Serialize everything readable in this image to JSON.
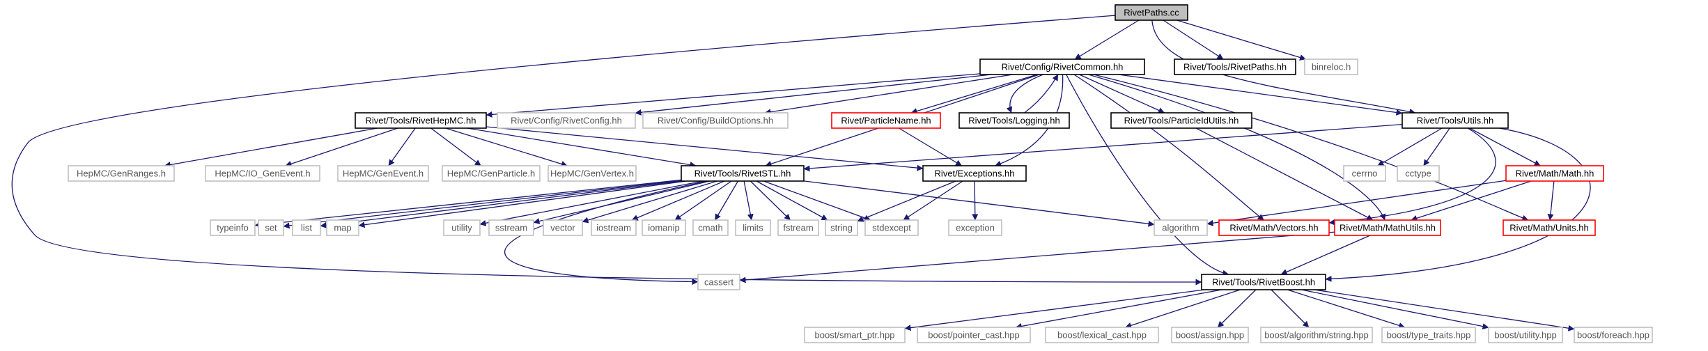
{
  "graph": {
    "colors": {
      "edge": "#191970",
      "root_fill": "#bfbfbf",
      "root_border": "#000000",
      "documented_border": "#000000",
      "highlighted_border": "#ff0000",
      "external_border": "#bfbfbf",
      "external_text": "#555555"
    },
    "nodes": [
      {
        "id": "rivetpaths_cc",
        "label": "RivetPaths.cc",
        "kind": "root"
      },
      {
        "id": "rivetcommon",
        "label": "Rivet/Config/RivetCommon.hh",
        "kind": "documented"
      },
      {
        "id": "tools_rivetpaths",
        "label": "Rivet/Tools/RivetPaths.hh",
        "kind": "documented"
      },
      {
        "id": "binreloc",
        "label": "binreloc.h",
        "kind": "external"
      },
      {
        "id": "rivethepmc",
        "label": "Rivet/Tools/RivetHepMC.hh",
        "kind": "documented"
      },
      {
        "id": "rivetconfig",
        "label": "Rivet/Config/RivetConfig.hh",
        "kind": "external"
      },
      {
        "id": "buildoptions",
        "label": "Rivet/Config/BuildOptions.hh",
        "kind": "external"
      },
      {
        "id": "particlename",
        "label": "Rivet/ParticleName.hh",
        "kind": "highlighted"
      },
      {
        "id": "logging",
        "label": "Rivet/Tools/Logging.hh",
        "kind": "documented"
      },
      {
        "id": "particleidutils",
        "label": "Rivet/Tools/ParticleIdUtils.hh",
        "kind": "documented"
      },
      {
        "id": "utils",
        "label": "Rivet/Tools/Utils.hh",
        "kind": "documented"
      },
      {
        "id": "genranges",
        "label": "HepMC/GenRanges.h",
        "kind": "external"
      },
      {
        "id": "io_genevent",
        "label": "HepMC/IO_GenEvent.h",
        "kind": "external"
      },
      {
        "id": "genevent",
        "label": "HepMC/GenEvent.h",
        "kind": "external"
      },
      {
        "id": "genparticle",
        "label": "HepMC/GenParticle.h",
        "kind": "external"
      },
      {
        "id": "genvertex",
        "label": "HepMC/GenVertex.h",
        "kind": "external"
      },
      {
        "id": "rivetstl",
        "label": "Rivet/Tools/RivetSTL.hh",
        "kind": "documented"
      },
      {
        "id": "exceptions",
        "label": "Rivet/Exceptions.hh",
        "kind": "documented"
      },
      {
        "id": "cerrno",
        "label": "cerrno",
        "kind": "external"
      },
      {
        "id": "cctype",
        "label": "cctype",
        "kind": "external"
      },
      {
        "id": "math",
        "label": "Rivet/Math/Math.hh",
        "kind": "highlighted"
      },
      {
        "id": "typeinfo",
        "label": "typeinfo",
        "kind": "external"
      },
      {
        "id": "set",
        "label": "set",
        "kind": "external"
      },
      {
        "id": "list",
        "label": "list",
        "kind": "external"
      },
      {
        "id": "map",
        "label": "map",
        "kind": "external"
      },
      {
        "id": "utility",
        "label": "utility",
        "kind": "external"
      },
      {
        "id": "sstream",
        "label": "sstream",
        "kind": "external"
      },
      {
        "id": "vector",
        "label": "vector",
        "kind": "external"
      },
      {
        "id": "iostream",
        "label": "iostream",
        "kind": "external"
      },
      {
        "id": "iomanip",
        "label": "iomanip",
        "kind": "external"
      },
      {
        "id": "cmath",
        "label": "cmath",
        "kind": "external"
      },
      {
        "id": "limits",
        "label": "limits",
        "kind": "external"
      },
      {
        "id": "fstream",
        "label": "fstream",
        "kind": "external"
      },
      {
        "id": "string",
        "label": "string",
        "kind": "external"
      },
      {
        "id": "stdexcept",
        "label": "stdexcept",
        "kind": "external"
      },
      {
        "id": "exception",
        "label": "exception",
        "kind": "external"
      },
      {
        "id": "algorithm",
        "label": "algorithm",
        "kind": "external"
      },
      {
        "id": "vectors",
        "label": "Rivet/Math/Vectors.hh",
        "kind": "highlighted"
      },
      {
        "id": "mathutils",
        "label": "Rivet/Math/MathUtils.hh",
        "kind": "highlighted"
      },
      {
        "id": "units",
        "label": "Rivet/Math/Units.hh",
        "kind": "highlighted"
      },
      {
        "id": "cassert",
        "label": "cassert",
        "kind": "external"
      },
      {
        "id": "rivetboost",
        "label": "Rivet/Tools/RivetBoost.hh",
        "kind": "documented"
      },
      {
        "id": "smart_ptr",
        "label": "boost/smart_ptr.hpp",
        "kind": "external"
      },
      {
        "id": "pointer_cast",
        "label": "boost/pointer_cast.hpp",
        "kind": "external"
      },
      {
        "id": "lexical_cast",
        "label": "boost/lexical_cast.hpp",
        "kind": "external"
      },
      {
        "id": "assign",
        "label": "boost/assign.hpp",
        "kind": "external"
      },
      {
        "id": "algo_string",
        "label": "boost/algorithm/string.hpp",
        "kind": "external"
      },
      {
        "id": "type_traits",
        "label": "boost/type_traits.hpp",
        "kind": "external"
      },
      {
        "id": "boost_utility",
        "label": "boost/utility.hpp",
        "kind": "external"
      },
      {
        "id": "foreach",
        "label": "boost/foreach.hpp",
        "kind": "external"
      }
    ],
    "edges": [
      [
        "rivetpaths_cc",
        "rivetcommon"
      ],
      [
        "rivetpaths_cc",
        "tools_rivetpaths"
      ],
      [
        "rivetpaths_cc",
        "binreloc"
      ],
      [
        "rivetpaths_cc",
        "utils"
      ],
      [
        "rivetpaths_cc",
        "rivetboost"
      ],
      [
        "rivetcommon",
        "rivethepmc"
      ],
      [
        "rivetcommon",
        "rivetconfig"
      ],
      [
        "rivetcommon",
        "buildoptions"
      ],
      [
        "rivetcommon",
        "particlename"
      ],
      [
        "rivetcommon",
        "logging"
      ],
      [
        "rivetcommon",
        "particleidutils"
      ],
      [
        "rivetcommon",
        "utils"
      ],
      [
        "rivetcommon",
        "rivetstl"
      ],
      [
        "rivetcommon",
        "exceptions"
      ],
      [
        "rivetcommon",
        "vectors"
      ],
      [
        "rivetcommon",
        "mathutils"
      ],
      [
        "rivetcommon",
        "units"
      ],
      [
        "rivetcommon",
        "rivetboost"
      ],
      [
        "logging",
        "rivetcommon"
      ],
      [
        "rivethepmc",
        "genranges"
      ],
      [
        "rivethepmc",
        "io_genevent"
      ],
      [
        "rivethepmc",
        "genevent"
      ],
      [
        "rivethepmc",
        "genparticle"
      ],
      [
        "rivethepmc",
        "genvertex"
      ],
      [
        "rivethepmc",
        "rivetstl"
      ],
      [
        "rivethepmc",
        "exceptions"
      ],
      [
        "particlename",
        "exceptions"
      ],
      [
        "particleidutils",
        "mathutils"
      ],
      [
        "utils",
        "rivetstl"
      ],
      [
        "utils",
        "cerrno"
      ],
      [
        "utils",
        "cctype"
      ],
      [
        "utils",
        "math"
      ],
      [
        "utils",
        "vectors"
      ],
      [
        "utils",
        "rivetboost"
      ],
      [
        "rivetstl",
        "typeinfo"
      ],
      [
        "rivetstl",
        "set"
      ],
      [
        "rivetstl",
        "list"
      ],
      [
        "rivetstl",
        "map"
      ],
      [
        "rivetstl",
        "utility"
      ],
      [
        "rivetstl",
        "sstream"
      ],
      [
        "rivetstl",
        "vector"
      ],
      [
        "rivetstl",
        "iostream"
      ],
      [
        "rivetstl",
        "iomanip"
      ],
      [
        "rivetstl",
        "cmath"
      ],
      [
        "rivetstl",
        "limits"
      ],
      [
        "rivetstl",
        "fstream"
      ],
      [
        "rivetstl",
        "string"
      ],
      [
        "rivetstl",
        "stdexcept"
      ],
      [
        "rivetstl",
        "algorithm"
      ],
      [
        "rivetstl",
        "cassert"
      ],
      [
        "exceptions",
        "string"
      ],
      [
        "exceptions",
        "stdexcept"
      ],
      [
        "exceptions",
        "exception"
      ],
      [
        "math",
        "algorithm"
      ],
      [
        "math",
        "mathutils"
      ],
      [
        "math",
        "units"
      ],
      [
        "mathutils",
        "cassert"
      ],
      [
        "mathutils",
        "rivetboost"
      ],
      [
        "rivetboost",
        "smart_ptr"
      ],
      [
        "rivetboost",
        "pointer_cast"
      ],
      [
        "rivetboost",
        "lexical_cast"
      ],
      [
        "rivetboost",
        "assign"
      ],
      [
        "rivetboost",
        "algo_string"
      ],
      [
        "rivetboost",
        "type_traits"
      ],
      [
        "rivetboost",
        "boost_utility"
      ],
      [
        "rivetboost",
        "foreach"
      ]
    ]
  }
}
